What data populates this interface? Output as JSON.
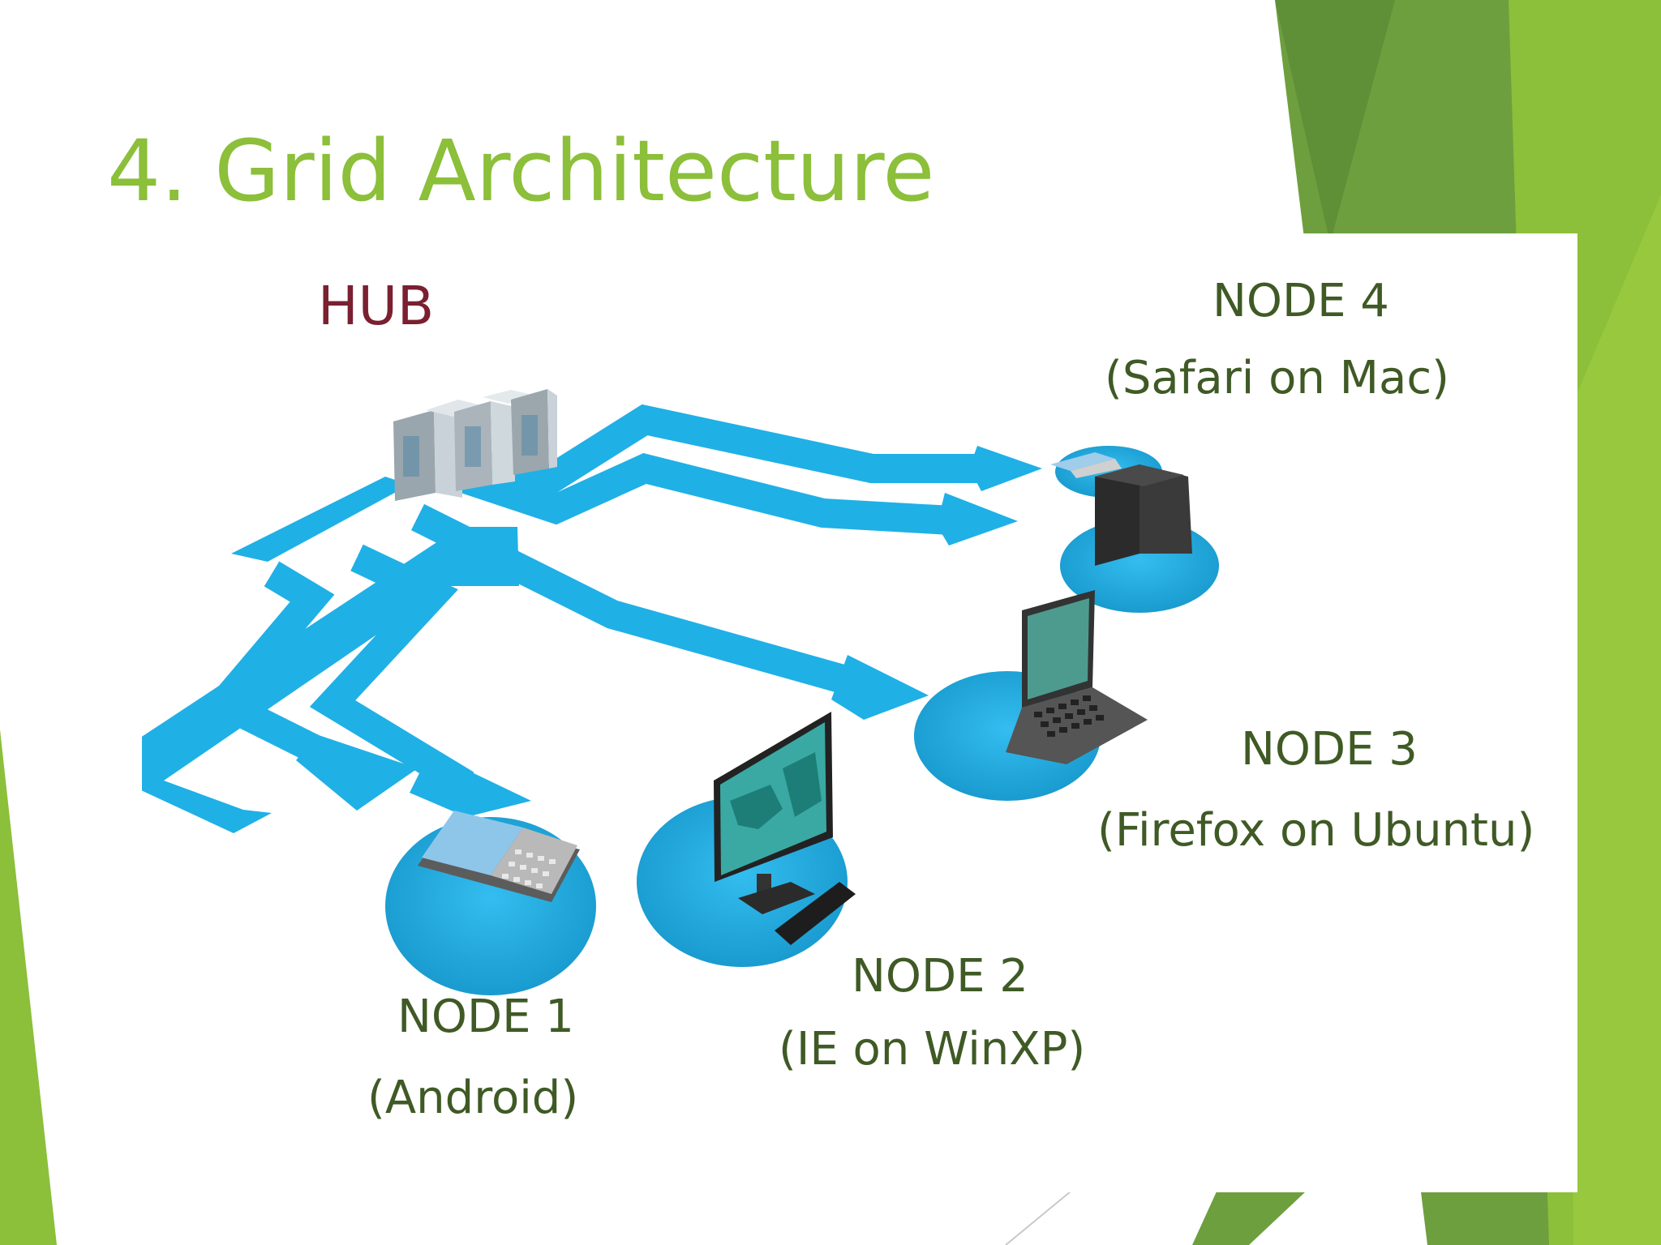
{
  "slide": {
    "title": "4. Grid Architecture",
    "accent_colors": {
      "green_light": "#8cbf3a",
      "green_mid": "#6e9f3e",
      "green_dark": "#5d8a34"
    }
  },
  "diagram": {
    "hub_label": "HUB",
    "nodes": [
      {
        "name": "NODE 1",
        "platform": "(Android)",
        "device": "tablet-icon"
      },
      {
        "name": "NODE 2",
        "platform": "(IE on WinXP)",
        "device": "desktop-monitor-icon"
      },
      {
        "name": "NODE 3",
        "platform": "(Firefox on Ubuntu)",
        "device": "laptop-icon"
      },
      {
        "name": "NODE 4",
        "platform": "(Safari on Mac)",
        "device": "mac-computer-icon"
      }
    ],
    "colors": {
      "arrow": "#1fb0e6",
      "node_disc": "#22aadf",
      "hub_label": "#7a2030",
      "node_label": "#3f5a25"
    }
  }
}
